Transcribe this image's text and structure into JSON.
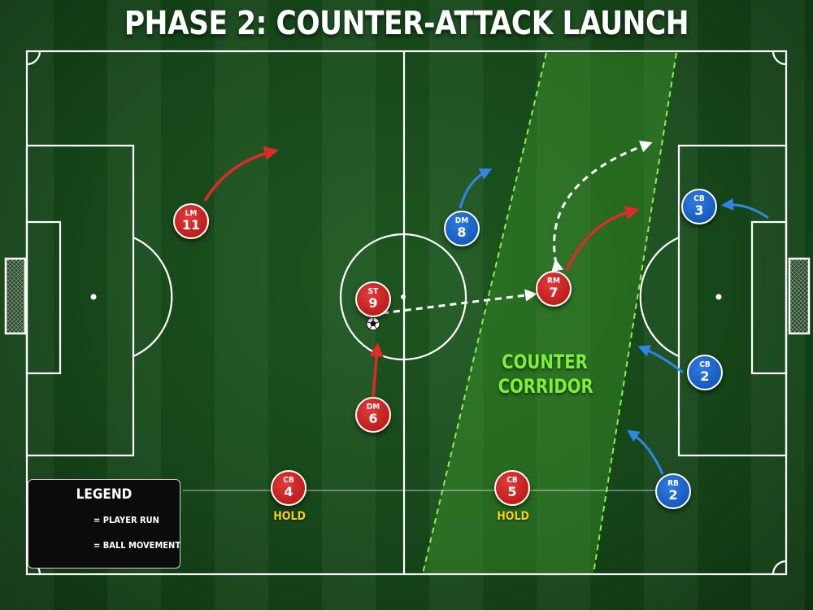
{
  "title": "PHASE 2: COUNTER-ATTACK LAUNCH",
  "corridor": {
    "line1": "COUNTER",
    "line2": "CORRIDOR"
  },
  "colors": {
    "red_team": "#c41a1a",
    "blue_team": "#1a5fc4",
    "player_run": "#e02a2a",
    "blue_run": "#2f86e8",
    "ball_movement": "#ffffff",
    "corridor": "#7cf03a",
    "hold": "#f5d21a"
  },
  "players": {
    "lm11": {
      "role": "LM",
      "number": "11"
    },
    "st9": {
      "role": "ST",
      "number": "9"
    },
    "dm6": {
      "role": "DM",
      "number": "6"
    },
    "rm7": {
      "role": "RM",
      "number": "7"
    },
    "cb4": {
      "role": "CB",
      "number": "4",
      "note": "HOLD"
    },
    "cb5": {
      "role": "CB",
      "number": "5",
      "note": "HOLD"
    },
    "dm8": {
      "role": "DM",
      "number": "8"
    },
    "cb3": {
      "role": "CB",
      "number": "3"
    },
    "cb2": {
      "role": "CB",
      "number": "2"
    },
    "rb2": {
      "role": "RB",
      "number": "2"
    }
  },
  "legend": {
    "title": "LEGEND",
    "player_run": "= PLAYER RUN",
    "ball_movement": "= BALL MOVEMENT"
  },
  "icons": {
    "ball": "soccer-ball-icon",
    "goal": "goal-net-icon"
  }
}
